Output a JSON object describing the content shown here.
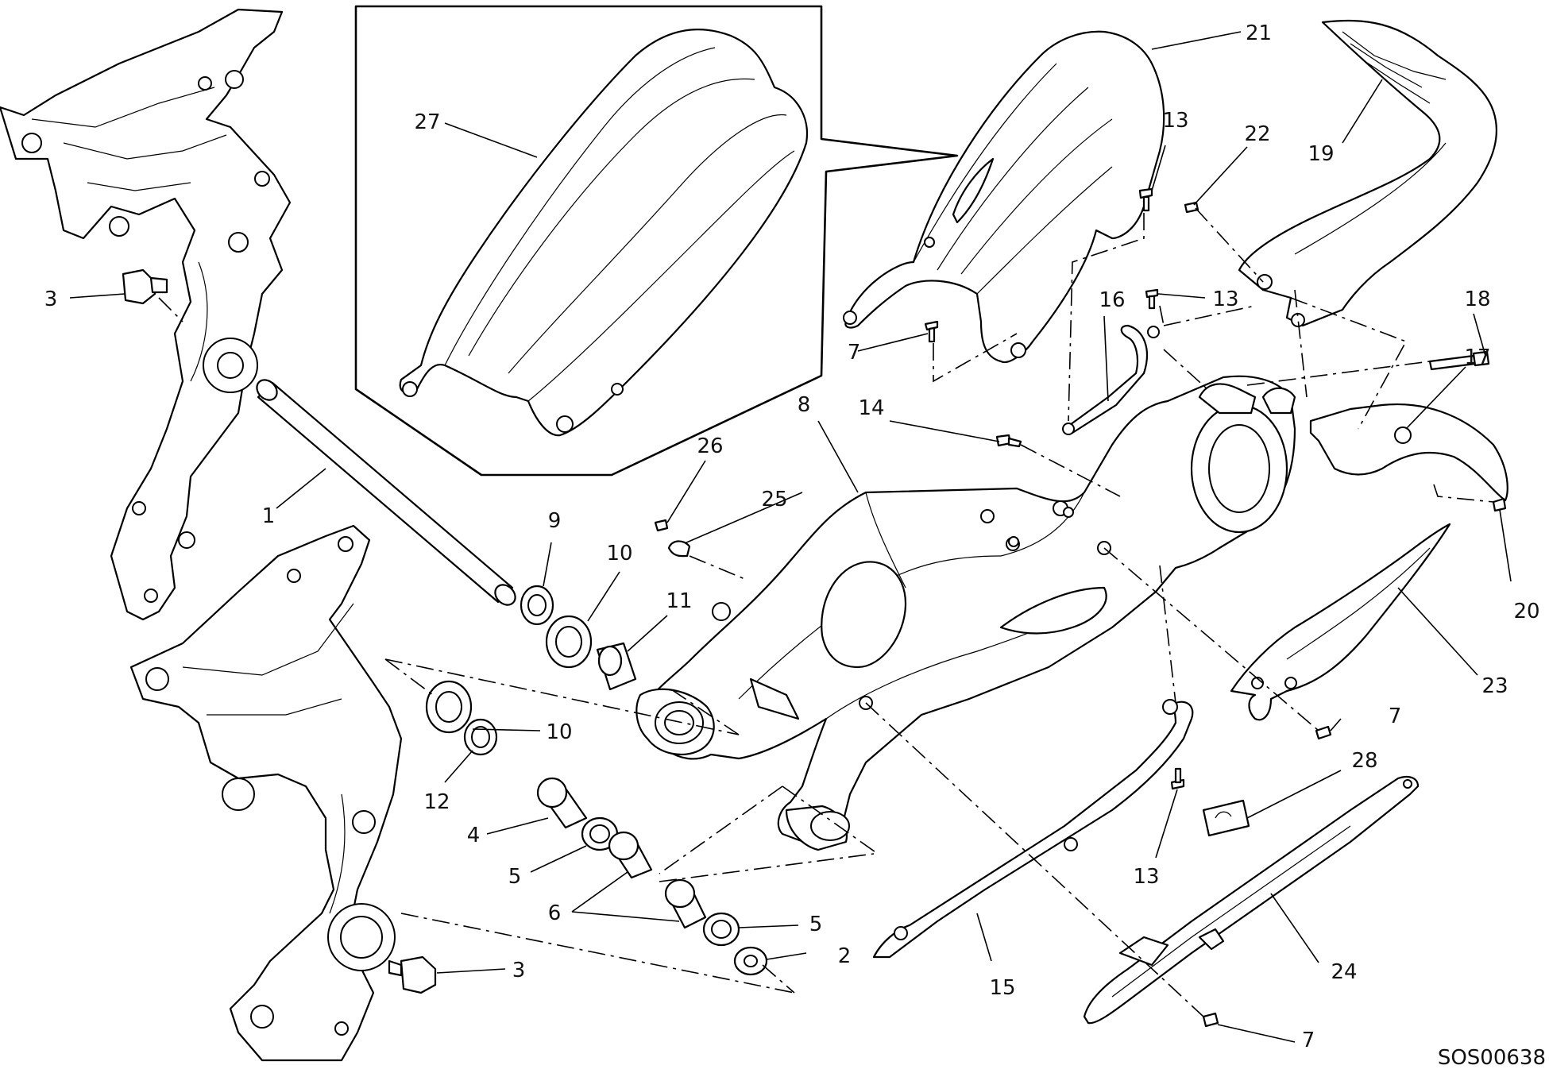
{
  "diagram_code": "SOS00638",
  "callouts": [
    {
      "id": "c1",
      "label": "1"
    },
    {
      "id": "c2",
      "label": "2"
    },
    {
      "id": "c3a",
      "label": "3"
    },
    {
      "id": "c3b",
      "label": "3"
    },
    {
      "id": "c4",
      "label": "4"
    },
    {
      "id": "c5a",
      "label": "5"
    },
    {
      "id": "c5b",
      "label": "5"
    },
    {
      "id": "c6",
      "label": "6"
    },
    {
      "id": "c7a",
      "label": "7"
    },
    {
      "id": "c7b",
      "label": "7"
    },
    {
      "id": "c7c",
      "label": "7"
    },
    {
      "id": "c8",
      "label": "8"
    },
    {
      "id": "c9",
      "label": "9"
    },
    {
      "id": "c10a",
      "label": "10"
    },
    {
      "id": "c10b",
      "label": "10"
    },
    {
      "id": "c11",
      "label": "11"
    },
    {
      "id": "c12",
      "label": "12"
    },
    {
      "id": "c13a",
      "label": "13"
    },
    {
      "id": "c13b",
      "label": "13"
    },
    {
      "id": "c13c",
      "label": "13"
    },
    {
      "id": "c14",
      "label": "14"
    },
    {
      "id": "c15",
      "label": "15"
    },
    {
      "id": "c16",
      "label": "16"
    },
    {
      "id": "c17",
      "label": "17"
    },
    {
      "id": "c18",
      "label": "18"
    },
    {
      "id": "c19",
      "label": "19"
    },
    {
      "id": "c20",
      "label": "20"
    },
    {
      "id": "c21",
      "label": "21"
    },
    {
      "id": "c22",
      "label": "22"
    },
    {
      "id": "c23",
      "label": "23"
    },
    {
      "id": "c24",
      "label": "24"
    },
    {
      "id": "c25",
      "label": "25"
    },
    {
      "id": "c26",
      "label": "26"
    },
    {
      "id": "c27",
      "label": "27"
    },
    {
      "id": "c28",
      "label": "28"
    }
  ]
}
